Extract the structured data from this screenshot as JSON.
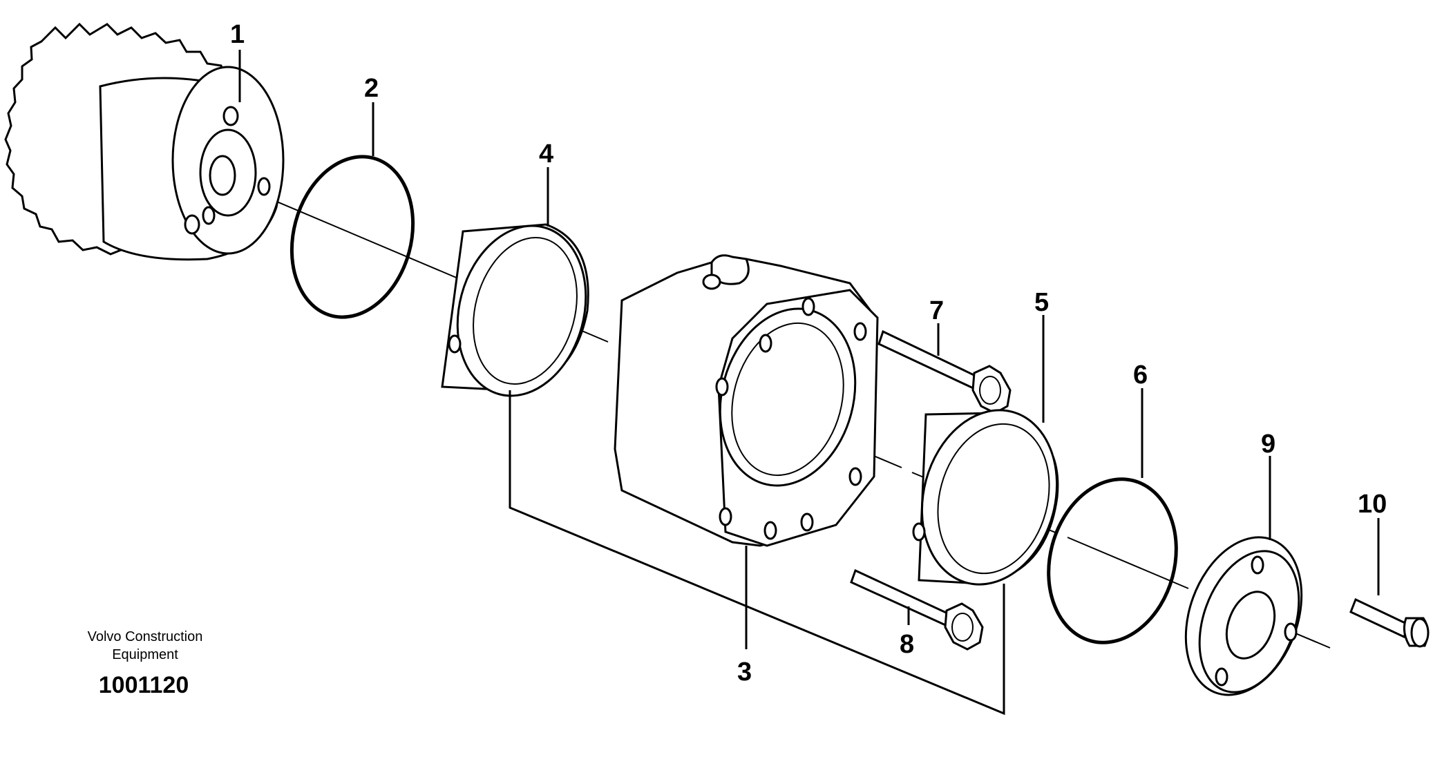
{
  "labels": {
    "p1": "1",
    "p2": "2",
    "p3": "3",
    "p4": "4",
    "p5": "5",
    "p6": "6",
    "p7": "7",
    "p8": "8",
    "p9": "9",
    "p10": "10"
  },
  "caption": {
    "company_line1": "Volvo Construction",
    "company_line2": "Equipment",
    "doc_number": "1001120"
  }
}
